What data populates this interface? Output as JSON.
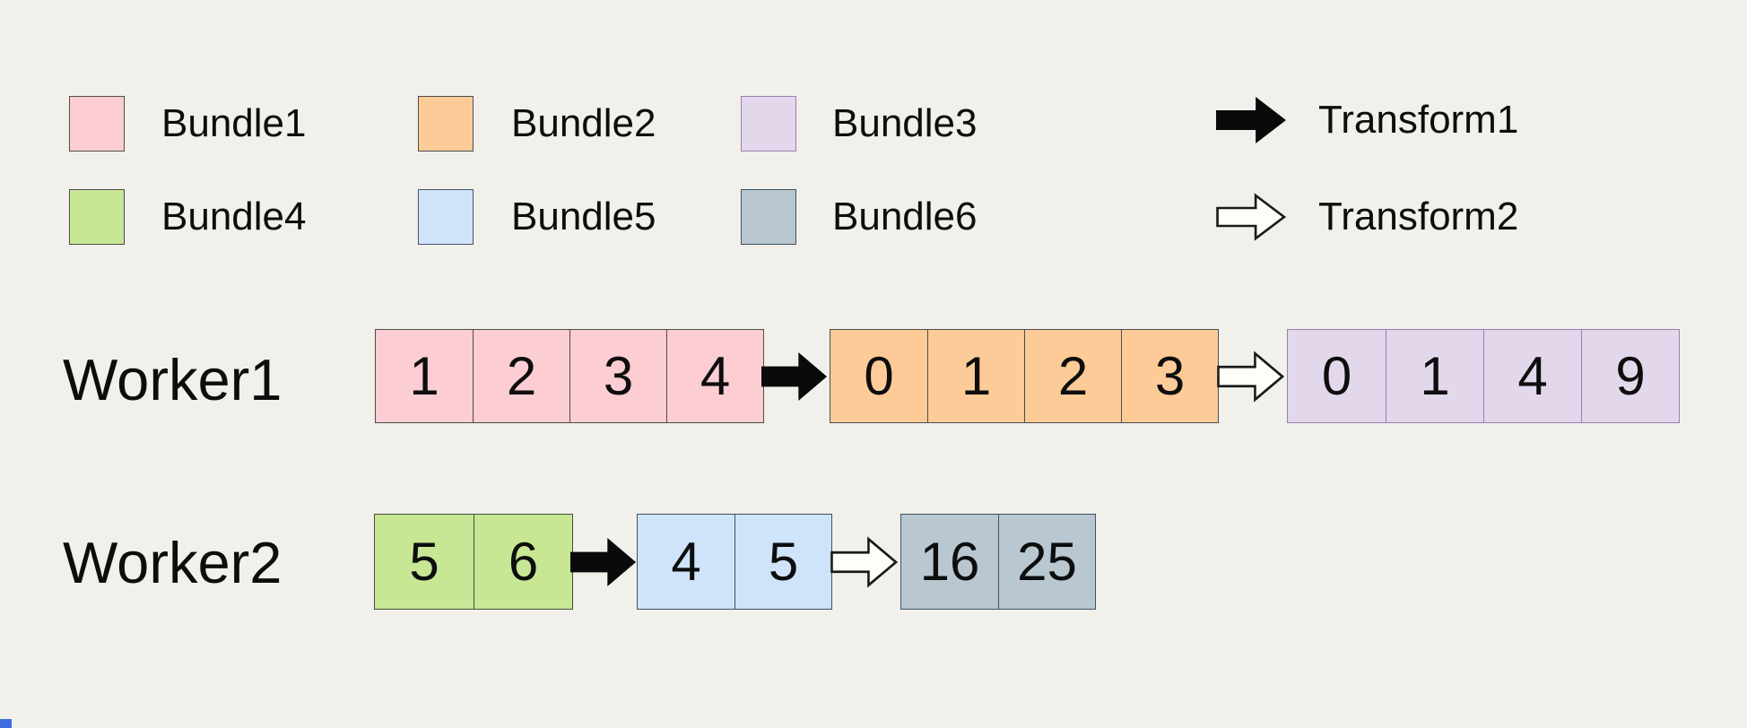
{
  "diagram_title": "bundles-and-transforms-pipeline",
  "colors": {
    "background": "#F2F0EB",
    "text": "#0d0d0d",
    "bundle1_fill": "#FCCDD2",
    "bundle2_fill": "#FDCB98",
    "bundle3_fill": "#E3D7EB",
    "bundle4_fill": "#C7E795",
    "bundle5_fill": "#CFE4FB",
    "bundle6_fill": "#B8C7D0",
    "bundle3_border": "#9B7FAF",
    "bundle5_border": "#3D5166",
    "bundle6_border": "#3F5363",
    "default_border": "#4D4D4D",
    "arrow_filled": "#0a0a0a",
    "arrow_outline_fill": "#FDFDFA",
    "corner_artifact": "#3F6BE0"
  },
  "legend": {
    "bundles": [
      {
        "label": "Bundle1",
        "fill": "#FCCDD2"
      },
      {
        "label": "Bundle2",
        "fill": "#FDCB98"
      },
      {
        "label": "Bundle3",
        "fill": "#E3D7EB"
      },
      {
        "label": "Bundle4",
        "fill": "#C7E795"
      },
      {
        "label": "Bundle5",
        "fill": "#CFE4FB"
      },
      {
        "label": "Bundle6",
        "fill": "#B8C7D0"
      }
    ],
    "transforms": [
      {
        "label": "Transform1",
        "style": "filled-black-arrow"
      },
      {
        "label": "Transform2",
        "style": "outline-white-arrow"
      }
    ]
  },
  "workers": [
    {
      "label": "Worker1",
      "pipeline": [
        {
          "type": "bundle",
          "bundle": "Bundle1",
          "values": [
            "1",
            "2",
            "3",
            "4"
          ]
        },
        {
          "type": "arrow",
          "transform": "Transform1"
        },
        {
          "type": "bundle",
          "bundle": "Bundle2",
          "values": [
            "0",
            "1",
            "2",
            "3"
          ]
        },
        {
          "type": "arrow",
          "transform": "Transform2"
        },
        {
          "type": "bundle",
          "bundle": "Bundle3",
          "values": [
            "0",
            "1",
            "4",
            "9"
          ]
        }
      ]
    },
    {
      "label": "Worker2",
      "pipeline": [
        {
          "type": "bundle",
          "bundle": "Bundle4",
          "values": [
            "5",
            "6"
          ]
        },
        {
          "type": "arrow",
          "transform": "Transform1"
        },
        {
          "type": "bundle",
          "bundle": "Bundle5",
          "values": [
            "4",
            "5"
          ]
        },
        {
          "type": "arrow",
          "transform": "Transform2"
        },
        {
          "type": "bundle",
          "bundle": "Bundle6",
          "values": [
            "16",
            "25"
          ]
        }
      ]
    }
  ]
}
